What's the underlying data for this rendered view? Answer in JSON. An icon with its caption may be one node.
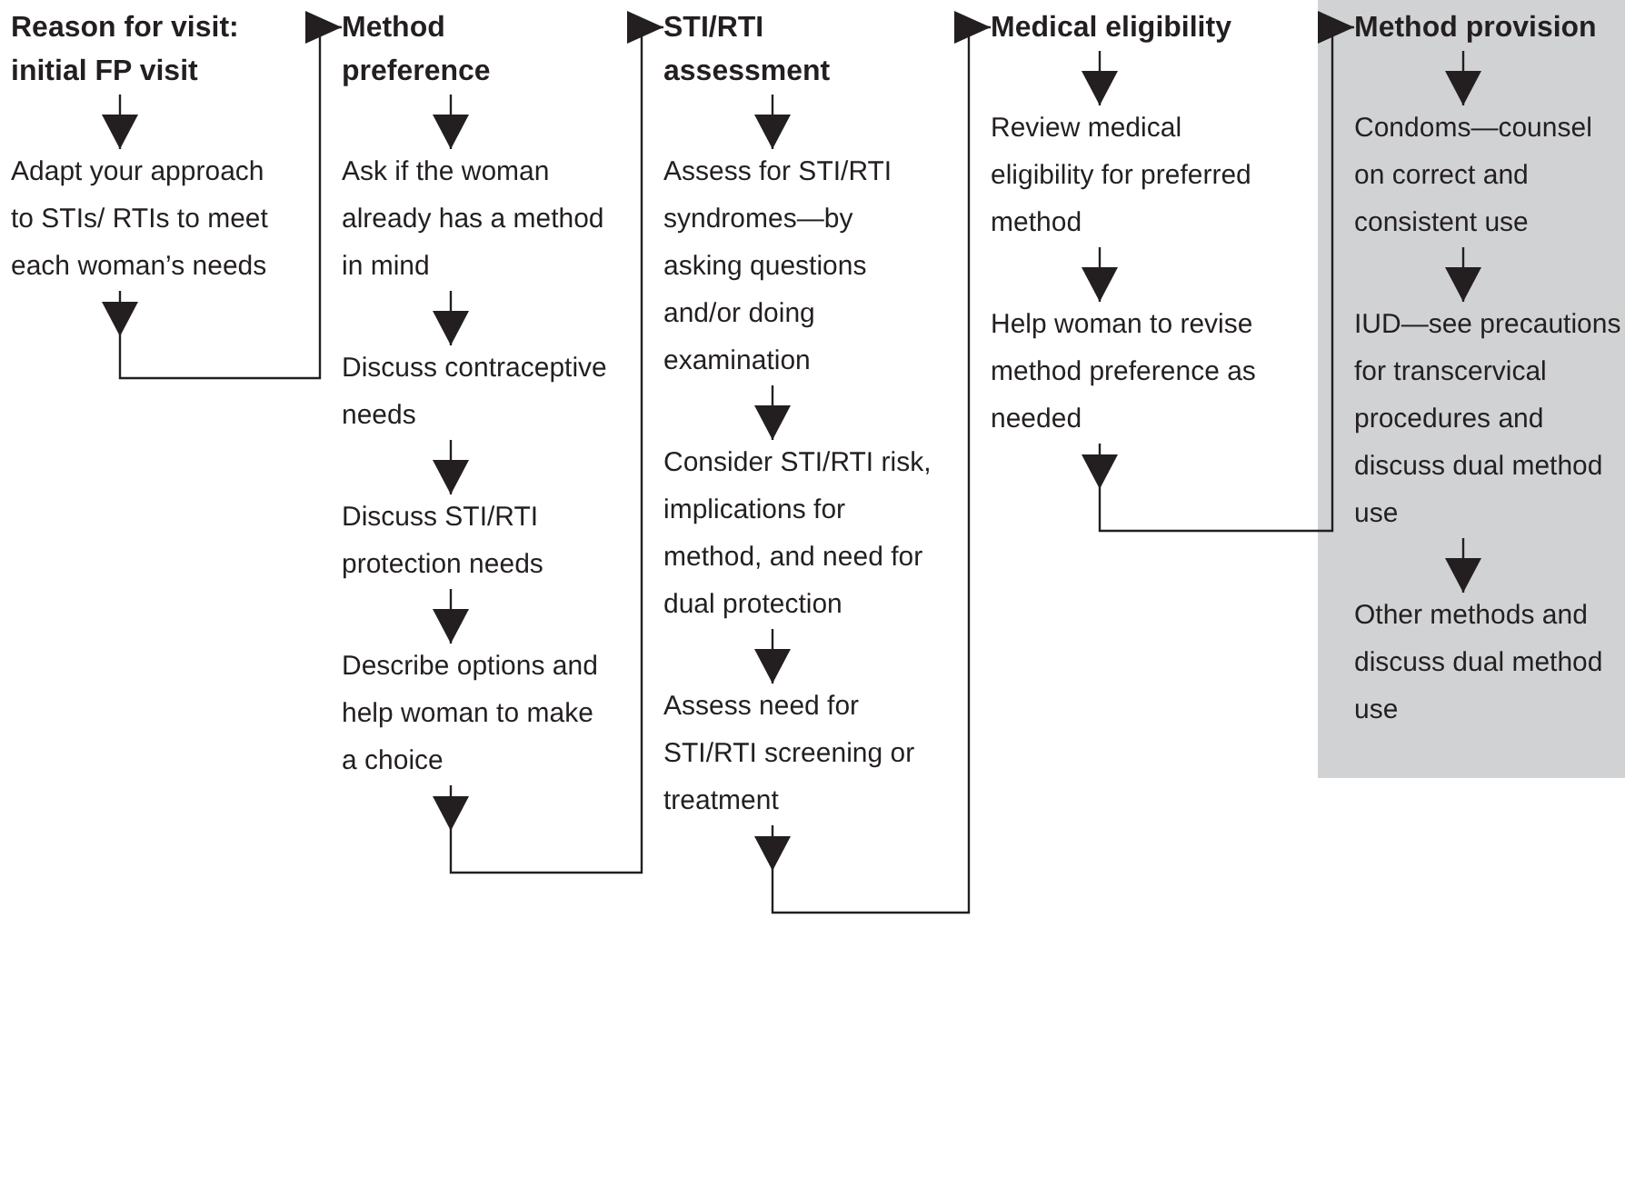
{
  "diagram": {
    "nodes": [
      {
        "text": [
          "Reason for visit: initial FP visit"
        ]
      },
      {
        "text": [
          "Adapt your approach to STIs/ RTIs to meet each woman’s needs"
        ]
      },
      {
        "text": [
          "Method preference"
        ]
      },
      {
        "text": [
          "Ask if the woman already has a method in mind"
        ]
      },
      {
        "text": [
          "Discuss contraceptive needs"
        ]
      },
      {
        "text": [
          "Discuss STI/RTI protection needs"
        ]
      },
      {
        "text": [
          "Describe options and help woman to make a choice"
        ]
      },
      {
        "text": [
          "STI/RTI assessment"
        ]
      },
      {
        "text": [
          "Assess for STI/RTI syndromes—by asking questions and/or doing examination"
        ]
      },
      {
        "text": [
          "Consider STI/RTI risk, implications for method, and need for dual protection"
        ]
      },
      {
        "text": [
          "Assess need for STI/RTI screening or treatment"
        ]
      },
      {
        "text": [
          "Medical eligibility"
        ]
      },
      {
        "text": [
          "Review medical eligibility for preferred method"
        ]
      },
      {
        "text": [
          "Help woman to revise method preference as needed"
        ]
      },
      {
        "text": [],
        "shape": "box"
      },
      {
        "text": [
          "Method provision"
        ],
        "in": 14
      },
      {
        "text": [
          "Condoms—counsel on correct and consistent use"
        ],
        "in": 14
      },
      {
        "text": [
          "IUD—see precautions for transcervical procedures and discuss dual method use"
        ],
        "in": 14
      },
      {
        "text": [
          "Other methods and discuss dual method use"
        ],
        "in": 14
      }
    ],
    "edges": [
      {
        "from": 0,
        "to": 1,
        "arrow": "to"
      },
      {
        "from": 1,
        "to": 2,
        "arrow": "to"
      },
      {
        "from": 2,
        "to": 3,
        "arrow": "to"
      },
      {
        "from": 3,
        "to": 4,
        "arrow": "to"
      },
      {
        "from": 4,
        "to": 5,
        "arrow": "to"
      },
      {
        "from": 5,
        "to": 6,
        "arrow": "to"
      },
      {
        "from": 6,
        "to": 7,
        "arrow": "to"
      },
      {
        "from": 7,
        "to": 8,
        "arrow": "to"
      },
      {
        "from": 8,
        "to": 9,
        "arrow": "to"
      },
      {
        "from": 9,
        "to": 10,
        "arrow": "to"
      },
      {
        "from": 10,
        "to": 11,
        "arrow": "to"
      },
      {
        "from": 11,
        "to": 12,
        "arrow": "to"
      },
      {
        "from": 12,
        "to": 13,
        "arrow": "to"
      },
      {
        "from": 13,
        "to": 15,
        "arrow": "to"
      },
      {
        "from": 15,
        "to": 16,
        "arrow": "to"
      },
      {
        "from": 16,
        "to": 17,
        "arrow": "to"
      },
      {
        "from": 17,
        "to": 18,
        "arrow": "to"
      }
    ]
  }
}
